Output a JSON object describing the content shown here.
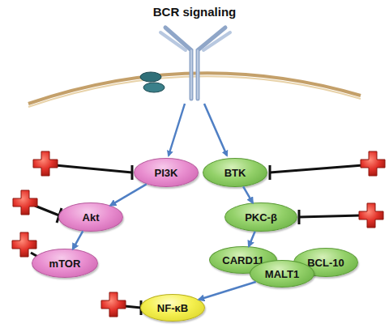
{
  "diagram": {
    "title": "BCR signaling",
    "nodes": [
      {
        "text": [
          "PI3K"
        ]
      },
      {
        "text": [
          "BTK"
        ]
      },
      {
        "text": [
          "Akt"
        ]
      },
      {
        "text": [
          "PKC-β"
        ]
      },
      {
        "text": [
          "mTOR"
        ]
      },
      {
        "text": [
          "CARD11"
        ]
      },
      {
        "text": [
          "BCL-10"
        ]
      },
      {
        "text": [
          "MALT1"
        ]
      },
      {
        "text": [
          "NF-κB"
        ]
      }
    ],
    "edges": [
      {
        "from": 0,
        "to": 2,
        "arrow": "to"
      },
      {
        "from": 2,
        "to": 4,
        "arrow": "to"
      },
      {
        "from": 1,
        "to": 3,
        "arrow": "to"
      },
      {
        "from": 3,
        "to": 5,
        "arrow": "to"
      },
      {
        "from": 7,
        "to": 8,
        "arrow": "to"
      }
    ]
  }
}
